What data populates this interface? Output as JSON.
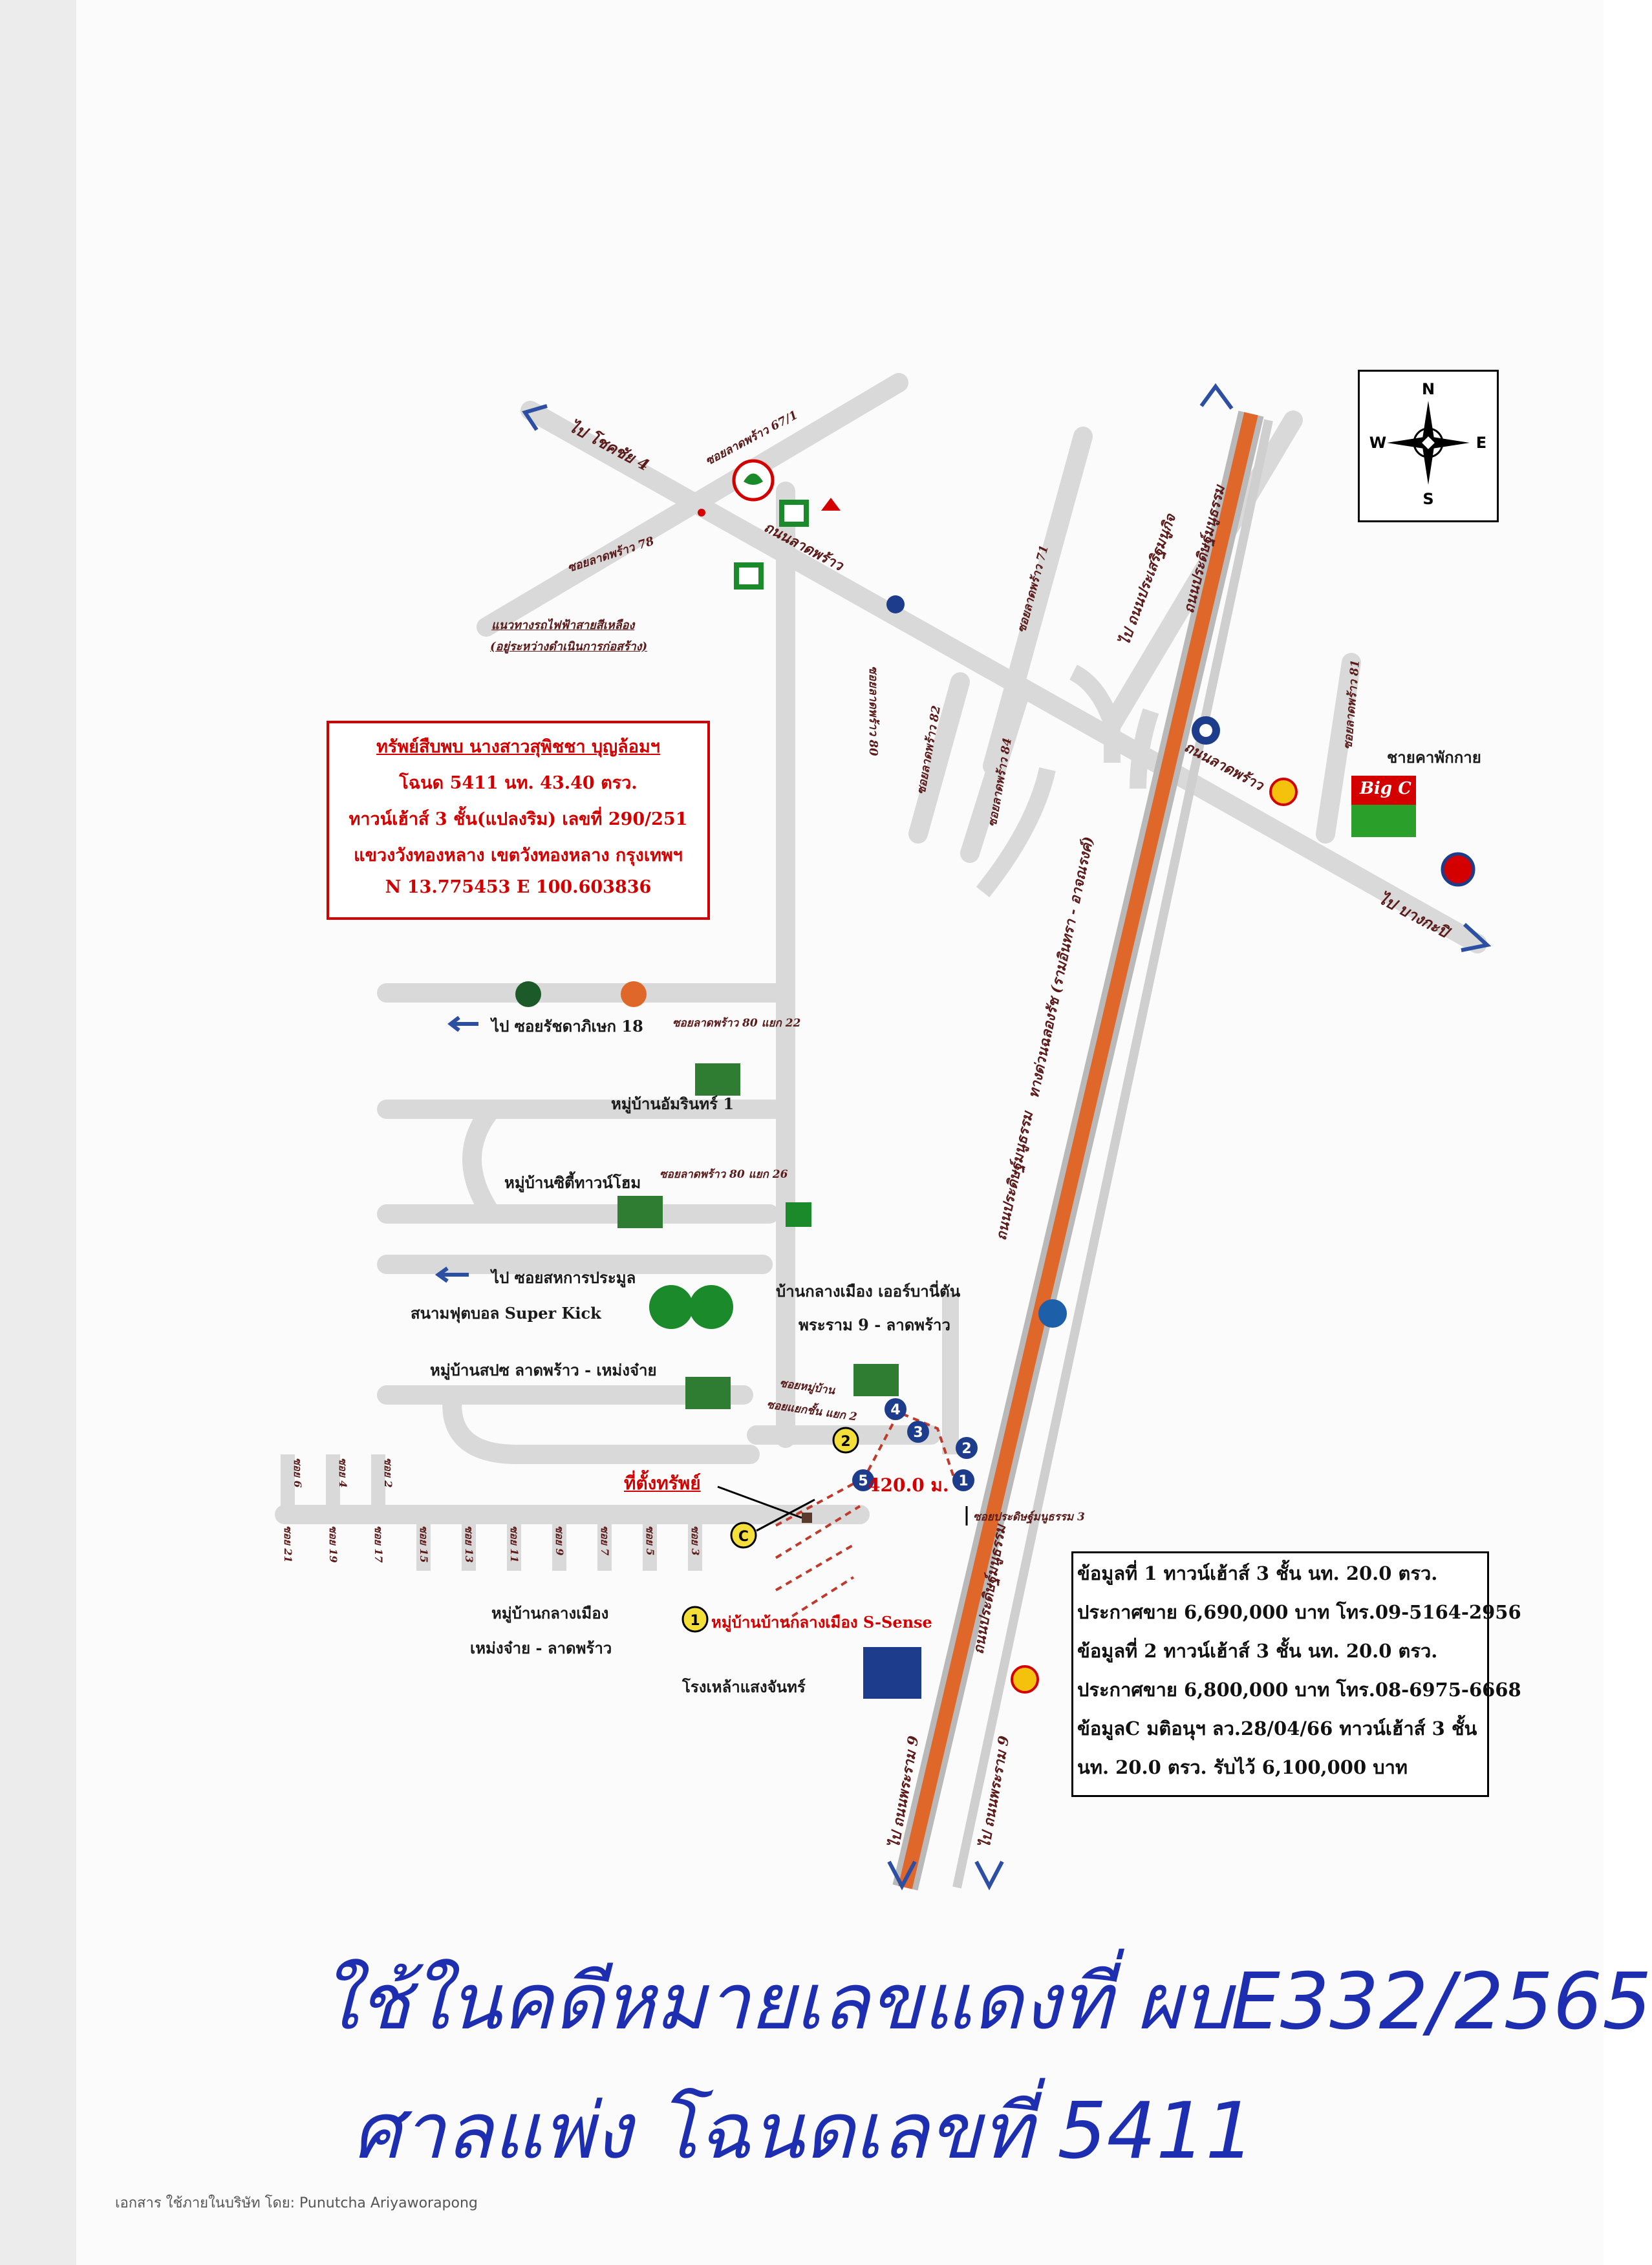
{
  "compass": {
    "n": "N",
    "s": "S",
    "e": "E",
    "w": "W"
  },
  "property_box": {
    "title": "ทรัพย์สืบพบ นางสาวสุพิชชา บุญล้อมฯ",
    "deed": "โฉนด 5411 นท. 43.40 ตรว.",
    "type": "ทาวน์เฮ้าส์ 3 ชั้น(แปลงริม) เลขที่ 290/251",
    "location": "แขวงวังทองหลาง เขตวังทองหลาง กรุงเทพฯ",
    "coords": "N 13.775453 E 100.603836"
  },
  "info_box": {
    "l1": "ข้อมูลที่ 1  ทาวน์เฮ้าส์ 3 ชั้น นท. 20.0 ตรว.",
    "l2": "ประกาศขาย 6,690,000 บาท โทร.09-5164-2956",
    "l3": "ข้อมูลที่ 2 ทาวน์เฮ้าส์ 3 ชั้น นท. 20.0 ตรว.",
    "l4": "ประกาศขาย 6,800,000 บาท โทร.08-6975-6668",
    "l5": "ข้อมูลC มติอนุฯ ลว.28/04/66 ทาวน์เฮ้าส์ 3 ชั้น",
    "l6": "นท. 20.0 ตรว. รับไว้ 6,100,000 บาท"
  },
  "roads": {
    "to_chokchai4": "ไป โชคชัย 4",
    "soi_ladprao_67_1": "ซอยลาดพร้าว 67/1",
    "soi_ladprao_78": "ซอยลาดพร้าว 78",
    "ladprao_road_1": "ถนนลาดพร้าว",
    "ladprao_road_2": "ถนนลาดพร้าว",
    "to_bangkapi": "ไป บางกะปิ",
    "yellow_line": "แนวทางรถไฟฟ้าสายสีเหลือง",
    "yellow_line_2": "(อยู่ระหว่างดำเนินการก่อสร้าง)",
    "soi_ladprao_71": "ซอยลาดพร้าว 71",
    "soi_ladprao_80": "ซอยลาดพร้าว 80",
    "soi_ladprao_82": "ซอยลาดพร้าว 82",
    "soi_ladprao_84": "ซอยลาดพร้าว 84",
    "soi_ladprao_81": "ซอยลาดพร้าว 81",
    "to_sukhumvit": "ไป ถนนประเสริฐมนูกิจ",
    "prasert_manukit": "ถนนประดิษฐ์มนูธรรม",
    "expressway": "ทางด่วนฉลองรัช (รามอินทรา - อาจณรงค์)",
    "prasert_road_mid": "ถนนประดิษฐ์มนูธรรม",
    "to_ratchada": "ไป ซอยรัชดาภิเษก 18",
    "soi_80_yaek_22": "ซอยลาดพร้าว 80 แยก 22",
    "soi_80_yaek_26": "ซอยลาดพร้าว 80 แยก 26",
    "to_sahakarn": "ไป ซอยสหการประมูล",
    "soi_village_2": "ซอยหมู่บ้าน",
    "soi_yaek_2": "ซอยแยกชั้น แยก 2",
    "soi_pradit_3": "ซอยประดิษฐ์มนูธรรม 3",
    "rama9_1": "ไป ถนนพระราม 9",
    "rama9_2": "ไป ถนนพระราม 9",
    "prasert_low": "ถนนประดิษฐ์มนูธรรม"
  },
  "places": {
    "shopping": "ชายคาพักกาย",
    "big_c": "Big C",
    "village_1": "หมู่บ้านอัมรินทร์ 1",
    "village_city_home": "หมู่บ้านซิตี้ทาวน์โฮม",
    "football": "สนามฟุตบอล Super Kick",
    "village_sap": "หมู่บ้านสปซ ลาดพร้าว - เหม่งจ๋าย",
    "ban_klang_muang": "บ้านกลางเมือง เออร์บานี่ตัน",
    "rama9_ladprao": "พระราม 9 - ลาดพร้าว",
    "property_location": "ที่ตั้งทรัพย์",
    "distance": "420.0 ม.",
    "klang_muang_village": "หมู่บ้านกลางเมือง",
    "mengjai_ladprao": "เหม่งจ๋าย - ลาดพร้าว",
    "s_sense": "หมู่บ้านบ้านกลางเมือง S-Sense",
    "saengchan": "โรงเหล้าแสงจันทร์"
  },
  "sois": [
    "ซอย 21",
    "ซอย 19",
    "ซอย 17",
    "ซอย 15",
    "ซอย 13",
    "ซอย 11",
    "ซอย 9",
    "ซอย 7",
    "ซอย 5",
    "ซอย 3",
    "ซอย 6",
    "ซอย 4",
    "ซอย 2"
  ],
  "markers": {
    "m1": "1",
    "m2": "2",
    "mc": "C",
    "r1": "1",
    "r2": "2",
    "r3": "3",
    "r4": "4",
    "r5": "5"
  },
  "handwriting": {
    "line1": "ใช้ในคดีหมายเลขแดงที่ ผบE332/2565",
    "line2": "ศาลแพ่ง   โฉนดเลขที่ 5411"
  },
  "footer": "เอกสาร ใช้ภายในบริษัท โดย: Punutcha Ariyaworapong",
  "colors": {
    "expressway": "#e0672a",
    "red": "#d40000",
    "road": "#d8d8d8",
    "ink": "#1d2fb0"
  }
}
